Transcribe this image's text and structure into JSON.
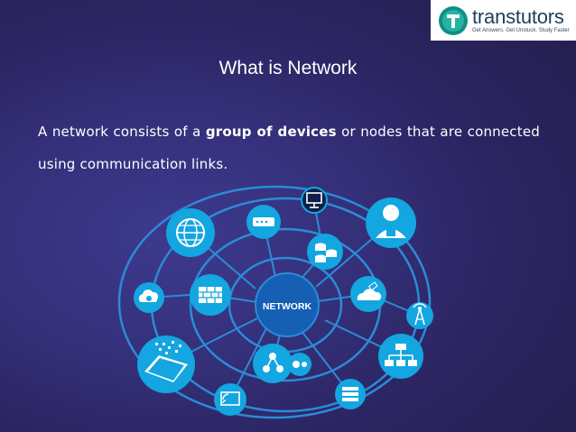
{
  "logo": {
    "name": "transtutors",
    "tagline": "Get Answers. Get Unstuck. Study Faster",
    "icon": "T-badge-icon"
  },
  "slide": {
    "title": "What is Network",
    "body_before": "A network consists of a ",
    "body_bold": "group of devices",
    "body_after": " or nodes that are connected using communication links."
  },
  "diagram": {
    "center_label": "NETWORK",
    "colors": {
      "node_fill": "#13a6e0",
      "ring": "#2b8bd6",
      "center_fill": "#1560b4",
      "icon": "#ffffff"
    },
    "nodes": [
      "monitor-icon",
      "router-icon",
      "user-lock-icon",
      "globe-icon",
      "database-icon",
      "cloud-gear-icon",
      "firewall-icon",
      "satellite-icon",
      "antenna-icon",
      "tablet-data-icon",
      "share-node-icon",
      "hierarchy-icon",
      "cast-screen-icon",
      "server-icon"
    ]
  }
}
